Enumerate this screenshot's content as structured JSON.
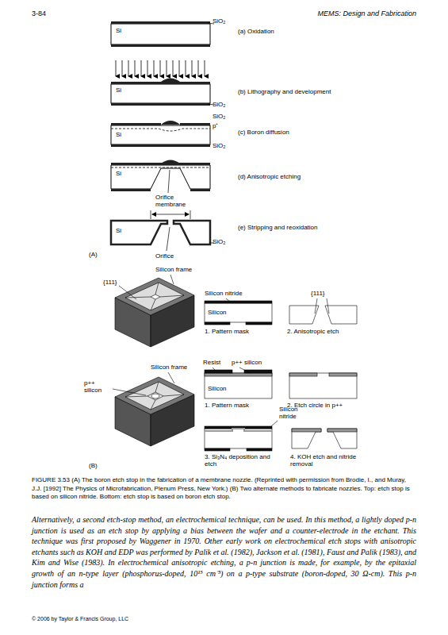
{
  "diagram": {
    "caption": "FIGURE 3.53 (A) The boron etch stop in the fabrication of a membrane nozzle. (Reprinted with permission from Brodie, I., and Muray, J.J. [1992] The Physics of Microfabrication, Plenum Press, New York.) (B) Two alternate methods to fabricate nozzles. Top: etch stop is based on silicon nitride. Bottom: etch stop is based on boron etch stop.",
    "labels": [
      "3-84",
      "MEMS: Design and Fabrication",
      "Si",
      "SiO₂",
      "(a) Oxidation",
      "Si",
      "SiO₂",
      "(b) Lithography and development",
      "SiO₂",
      "p⁺",
      "Si",
      "SiO₂",
      "(c) Boron diffusion",
      "Si",
      "Orifice membrane",
      "(d) Anisotropic etching",
      "Si",
      "SiO₂",
      "(e) Stripping and reoxidation",
      "(A)",
      "Orifice",
      "Silicon frame",
      "{111}",
      "Silicon nitride",
      "{111}",
      "Silicon",
      "1. Pattern mask",
      "2. Anisotropic etch",
      "Silicon frame",
      "p++ silicon",
      "Resist",
      "p++ silicon",
      "Silicon",
      "1. Pattern mask",
      "2. Etch circle in p++",
      "Silicon nitride",
      "3. Si₃N₄ deposition and etch",
      "4. KOH etch and nitride removal",
      "(B)",
      "Alternatively, a second etch-stop method, an electrochemical technique, can be used. In this method, a lightly doped p-n junction is used as an etch stop by applying a bias between the wafer and a counter-electrode in the etchant. This technique was first proposed by Waggener in 1970. Other early work on electrochemical etch stops with anisotropic etchants such as KOH and EDP was performed by Palik et al. (1982), Jackson et al. (1981), Faust and Palik (1983), and Kim and Wise (1983). In electrochemical anisotropic etching, a p-n junction is made, for example, by the epitaxial growth of an n-type layer (phosphorus-doped, 10¹⁵ cm⁻³) on a p-type substrate (boron-doped, 30 Ω-cm). This p-n junction forms a",
      "© 2006 by Taylor & Francis Group, LLC"
    ]
  }
}
